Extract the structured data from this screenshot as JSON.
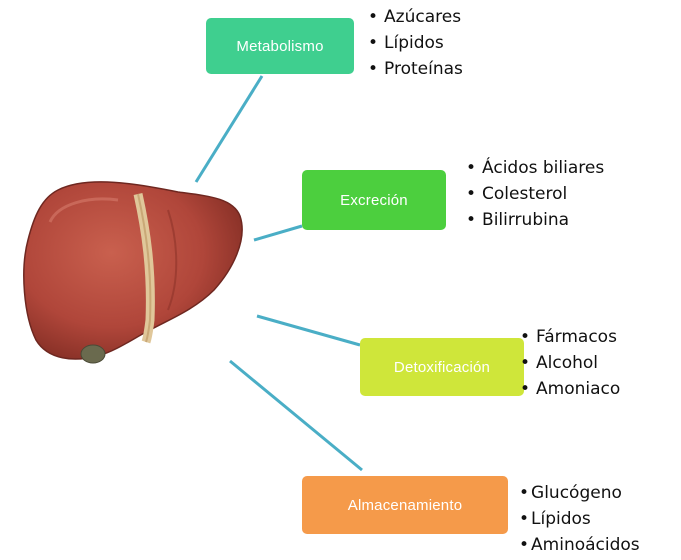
{
  "diagram": {
    "colors": {
      "connector": "#4aaec6",
      "metabolismo": "#3fcf8f",
      "excrecion": "#4ccf3e",
      "detoxificacion": "#cfe63a",
      "almacenamiento": "#f59a4a",
      "liver": "#b84a3a"
    },
    "image": {
      "name": "liver-illustration"
    },
    "branches": [
      {
        "id": "metabolismo",
        "label": "Metabolismo",
        "items": [
          "Azúcares",
          "Lípidos",
          "Proteínas"
        ]
      },
      {
        "id": "excrecion",
        "label": "Excreción",
        "items": [
          "Ácidos biliares",
          "Colesterol",
          "Bilirrubina"
        ]
      },
      {
        "id": "detoxificacion",
        "label": "Detoxificación",
        "items": [
          "Fármacos",
          "Alcohol",
          "Amoniaco"
        ]
      },
      {
        "id": "almacenamiento",
        "label": "Almacenamiento",
        "items": [
          "Glucógeno",
          "Lípidos",
          "Aminoácidos"
        ]
      }
    ]
  }
}
